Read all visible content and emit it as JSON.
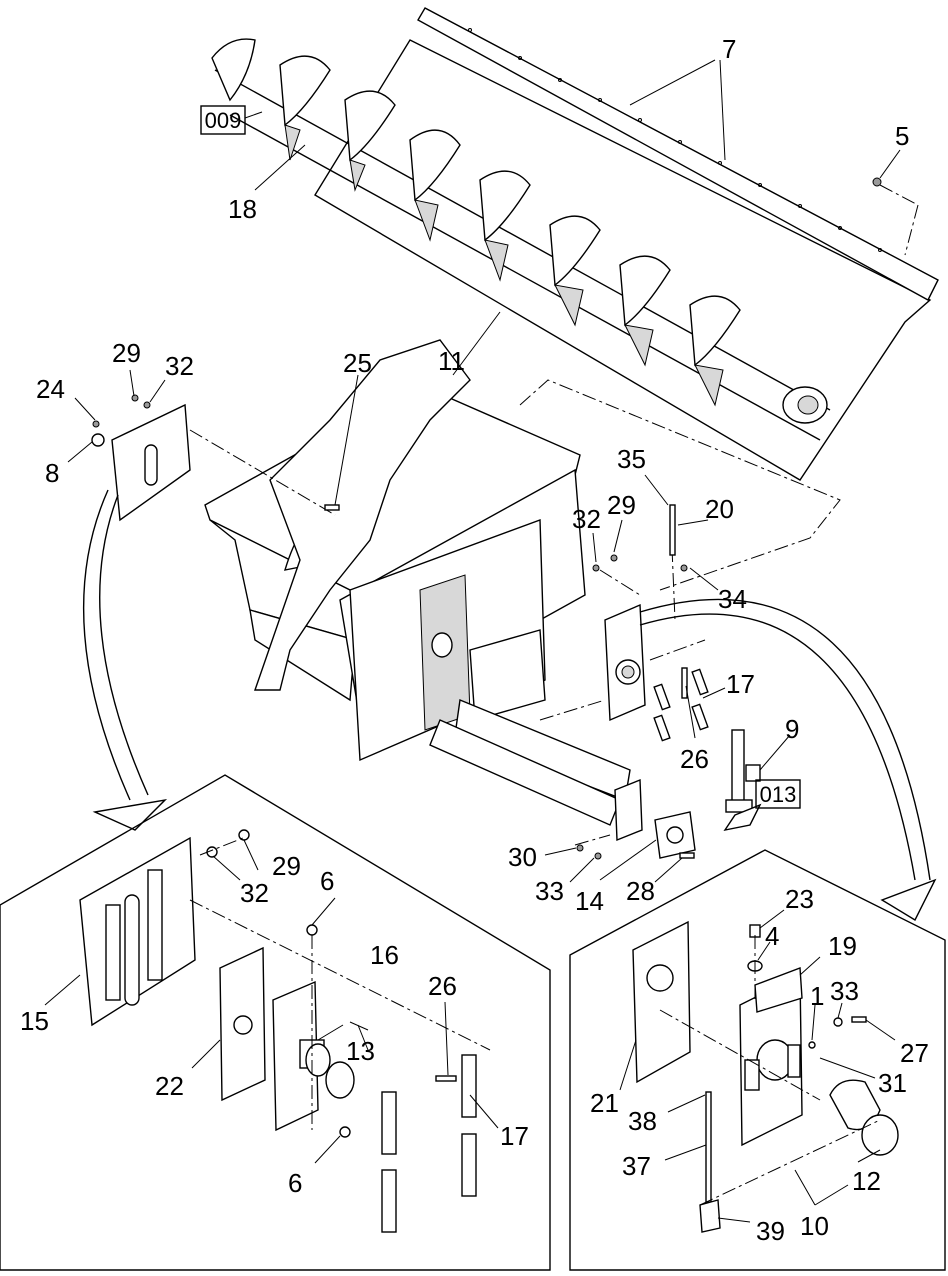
{
  "diagram": {
    "ref_boxes": {
      "upper_left": "009",
      "right": "013"
    },
    "callouts": {
      "c7": "7",
      "c5": "5",
      "c18": "18",
      "c11": "11",
      "c25": "25",
      "c29a": "29",
      "c32a": "32",
      "c24": "24",
      "c8": "8",
      "c35": "35",
      "c20": "20",
      "c32b": "32",
      "c29b": "29",
      "c34": "34",
      "c17a": "17",
      "c26a": "26",
      "c9": "9",
      "c30": "30",
      "c33a": "33",
      "c14": "14",
      "c28": "28",
      "c29c": "29",
      "c32c": "32",
      "c6a": "6",
      "c16": "16",
      "c15": "15",
      "c13": "13",
      "c22": "22",
      "c26b": "26",
      "c17b": "17",
      "c6b": "6",
      "c23": "23",
      "c4": "4",
      "c19": "19",
      "c1": "1",
      "c33b": "33",
      "c27": "27",
      "c21": "21",
      "c31": "31",
      "c38": "38",
      "c37": "37",
      "c12": "12",
      "c10": "10",
      "c39": "39"
    }
  }
}
